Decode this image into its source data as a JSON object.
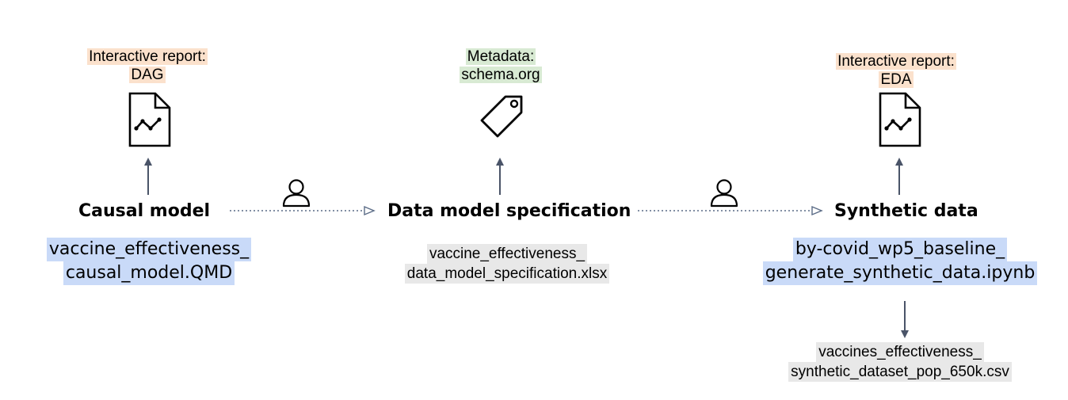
{
  "nodes": {
    "causal": {
      "title": "Causal model",
      "badge": [
        "Interactive report:",
        "DAG"
      ],
      "file": [
        "vaccine_effectiveness_",
        "causal_model.QMD"
      ]
    },
    "spec": {
      "title": "Data model specification",
      "badge": [
        "Metadata:",
        "schema.org"
      ],
      "file": [
        "vaccine_effectiveness_",
        "data_model_specification.xlsx"
      ]
    },
    "synthetic": {
      "title": "Synthetic data",
      "badge": [
        "Interactive report:",
        "EDA"
      ],
      "file": [
        "by-covid_wp5_baseline_",
        "generate_synthetic_data.ipynb"
      ],
      "output": [
        "vaccines_effectiveness_",
        "synthetic_dataset_pop_650k.csv"
      ]
    }
  },
  "icons": {
    "report": "report-chart-icon",
    "tag": "tag-icon",
    "person": "person-icon"
  },
  "colors": {
    "report_highlight": "#fbe1cc",
    "metadata_highlight": "#d8ead3",
    "code_highlight": "#c9daf8",
    "file_highlight": "#e8e8e8",
    "arrow": "#4a5468",
    "dotted": "#5a6b86"
  }
}
